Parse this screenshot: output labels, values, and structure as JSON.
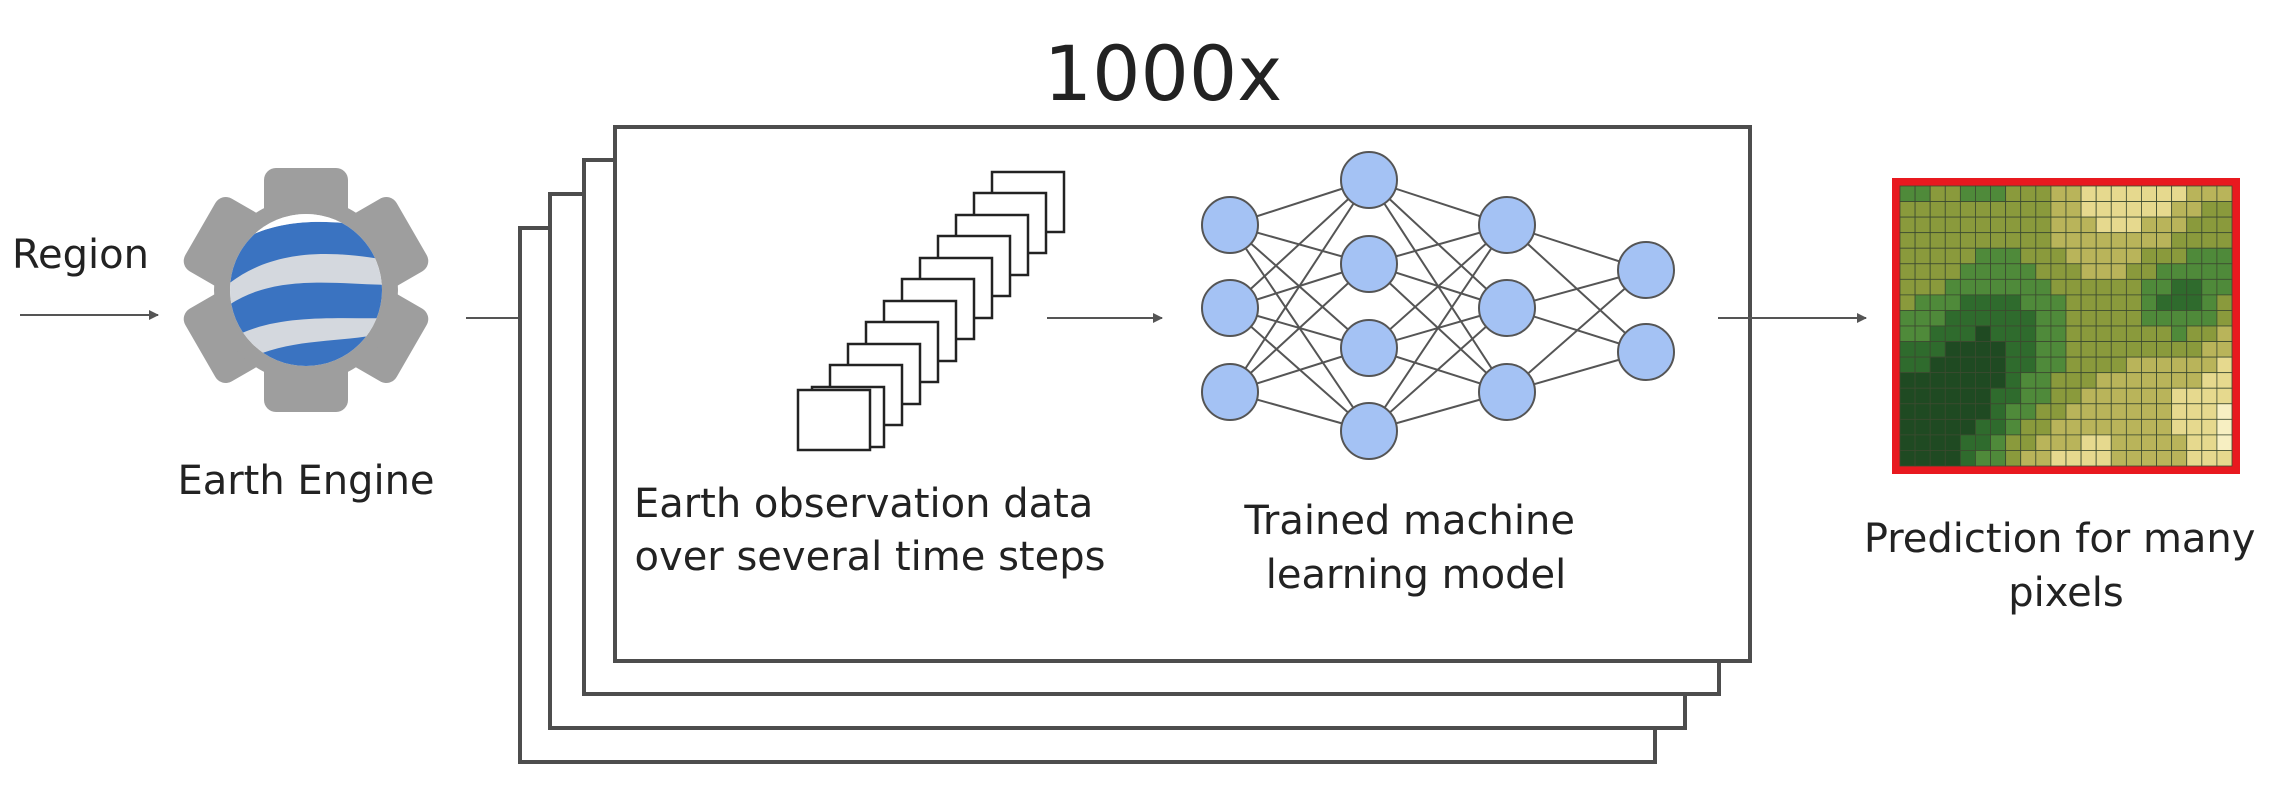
{
  "diagram": {
    "multiplier": "1000x",
    "input_label": "Region",
    "engine_label": "Earth Engine",
    "data_label": [
      "Earth observation data",
      "over several time steps"
    ],
    "model_label": [
      "Trained machine",
      "learning model"
    ],
    "output_label": [
      "Prediction for many",
      "pixels"
    ],
    "icon": "earth-engine-gear-globe-icon",
    "colors": {
      "node_fill": "#a4c2f4",
      "output_border": "#e8191f",
      "gear": "#9e9e9e",
      "globe_blue": "#3a73c1"
    }
  }
}
